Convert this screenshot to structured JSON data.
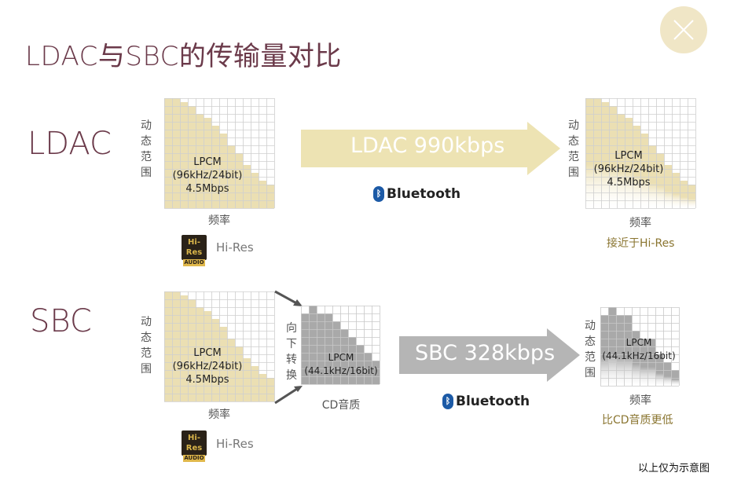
{
  "title": "LDAC与SBC的传输量对比",
  "close_icon": "close-icon",
  "colors": {
    "hires_fill": "#ebdfb3",
    "cd_fill": "#a9a9a9",
    "ldac_arrow": "#ede3b3",
    "sbc_arrow": "#b5b5b5",
    "accent": "#6b3a4a"
  },
  "axis": {
    "y": "动态范围",
    "x": "频率"
  },
  "ldac": {
    "label": "LDAC",
    "source": {
      "lpcm": "LPCM",
      "spec": "(96kHz/24bit)",
      "rate": "4.5Mbps",
      "badge_top": "Hi-Res",
      "badge_bottom": "AUDIO",
      "badge_text": "Hi-Res"
    },
    "arrow": "LDAC 990kbps",
    "bluetooth": "Bluetooth",
    "result": {
      "lpcm": "LPCM",
      "spec": "(96kHz/24bit)",
      "rate": "4.5Mbps",
      "note": "接近于Hi-Res"
    }
  },
  "sbc": {
    "label": "SBC",
    "source": {
      "lpcm": "LPCM",
      "spec": "(96kHz/24bit)",
      "rate": "4.5Mbps",
      "badge_top": "Hi-Res",
      "badge_bottom": "AUDIO",
      "badge_text": "Hi-Res"
    },
    "downconvert": "向下转换",
    "cd": {
      "lpcm": "LPCM",
      "spec": "(44.1kHz/16bit)",
      "label": "CD音质"
    },
    "arrow": "SBC 328kbps",
    "bluetooth": "Bluetooth",
    "result": {
      "lpcm": "LPCM",
      "spec": "(44.1kHz/16bit)",
      "note": "比CD音质更低"
    }
  },
  "footer": "以上仅为示意图"
}
